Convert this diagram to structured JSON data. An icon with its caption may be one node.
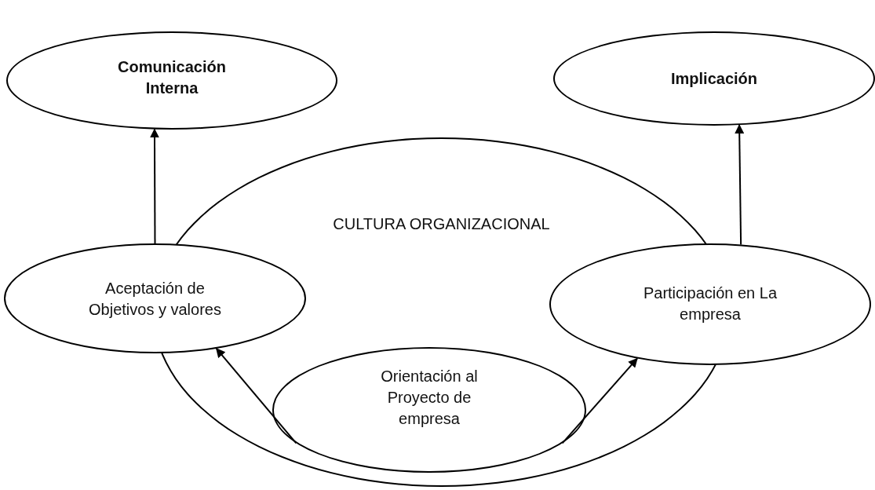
{
  "diagram": {
    "nodes": [
      {
        "text": [
          "Comunicación Interna"
        ]
      },
      {
        "text": [
          "Implicación"
        ]
      },
      {
        "text": [
          "CULTURA ORGANIZACIONAL"
        ]
      },
      {
        "text": [
          "Aceptación de Objetivos y valores"
        ]
      },
      {
        "text": [
          "Participación en La empresa"
        ]
      },
      {
        "text": [
          "Orientación al Proyecto de empresa"
        ],
        "in": 2
      }
    ],
    "edges": [
      {
        "from": 3,
        "to": 0,
        "arrow": "to"
      },
      {
        "from": 4,
        "to": 1,
        "arrow": "to"
      },
      {
        "from": 5,
        "to": 3,
        "arrow": "to"
      },
      {
        "from": 5,
        "to": 4,
        "arrow": "to"
      }
    ]
  }
}
